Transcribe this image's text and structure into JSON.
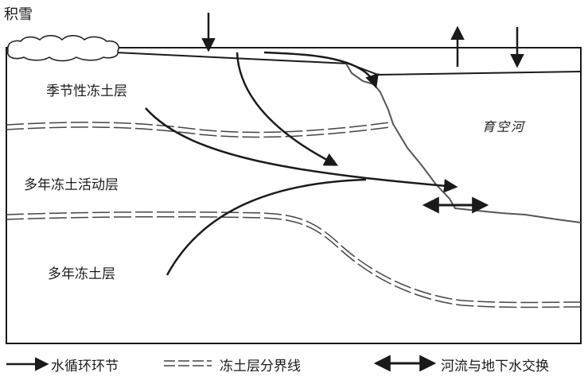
{
  "labels": {
    "snow": "积雪",
    "seasonal_frozen_layer": "季节性冻土层",
    "active_layer": "多年冻土活动层",
    "permafrost_layer": "多年冻土层",
    "river": "育空河"
  },
  "legend": {
    "water_cycle": "水循环环节",
    "frozen_boundary": "冻土层分界线",
    "river_groundwater_exchange": "河流与地下水交换"
  },
  "colors": {
    "line": "#1a1a1a",
    "riverbank": "#555555",
    "boundary": "#444444"
  }
}
